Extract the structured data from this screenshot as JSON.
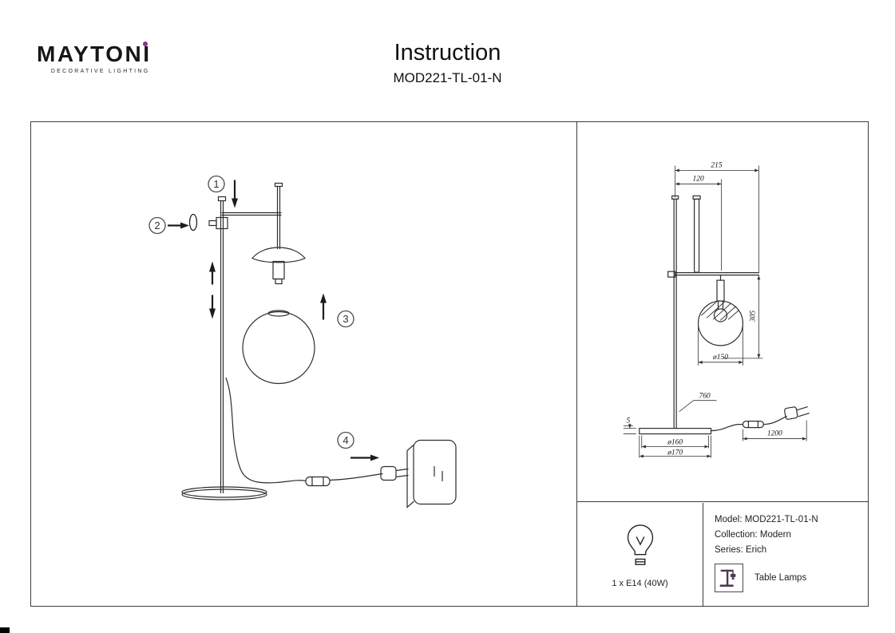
{
  "header": {
    "title": "Instruction",
    "model": "MOD221-TL-01-N"
  },
  "brand": {
    "name": "MAYTONI",
    "tagline": "DECORATIVE LIGHTING"
  },
  "colors": {
    "brand_accent": "#8b2f8f",
    "line_ink": "#2d2d2d",
    "category_icon": "#4d3a53"
  },
  "assembly": {
    "steps": [
      "1",
      "2",
      "3",
      "4"
    ]
  },
  "dimensions": {
    "top_width": "215",
    "arm_offset": "120",
    "head_height": "305",
    "shade_diameter": "ø150",
    "total_height": "760",
    "base_thickness": "5",
    "base_inner_diameter": "ø160",
    "base_outer_diameter": "ø170",
    "cable_length": "1200"
  },
  "specs": {
    "bulb": "1 x E14 (40W)",
    "model_line": "Model: MOD221-TL-01-N",
    "collection_line": "Collection: Modern",
    "series_line": "Series: Erich",
    "category": "Table Lamps"
  }
}
